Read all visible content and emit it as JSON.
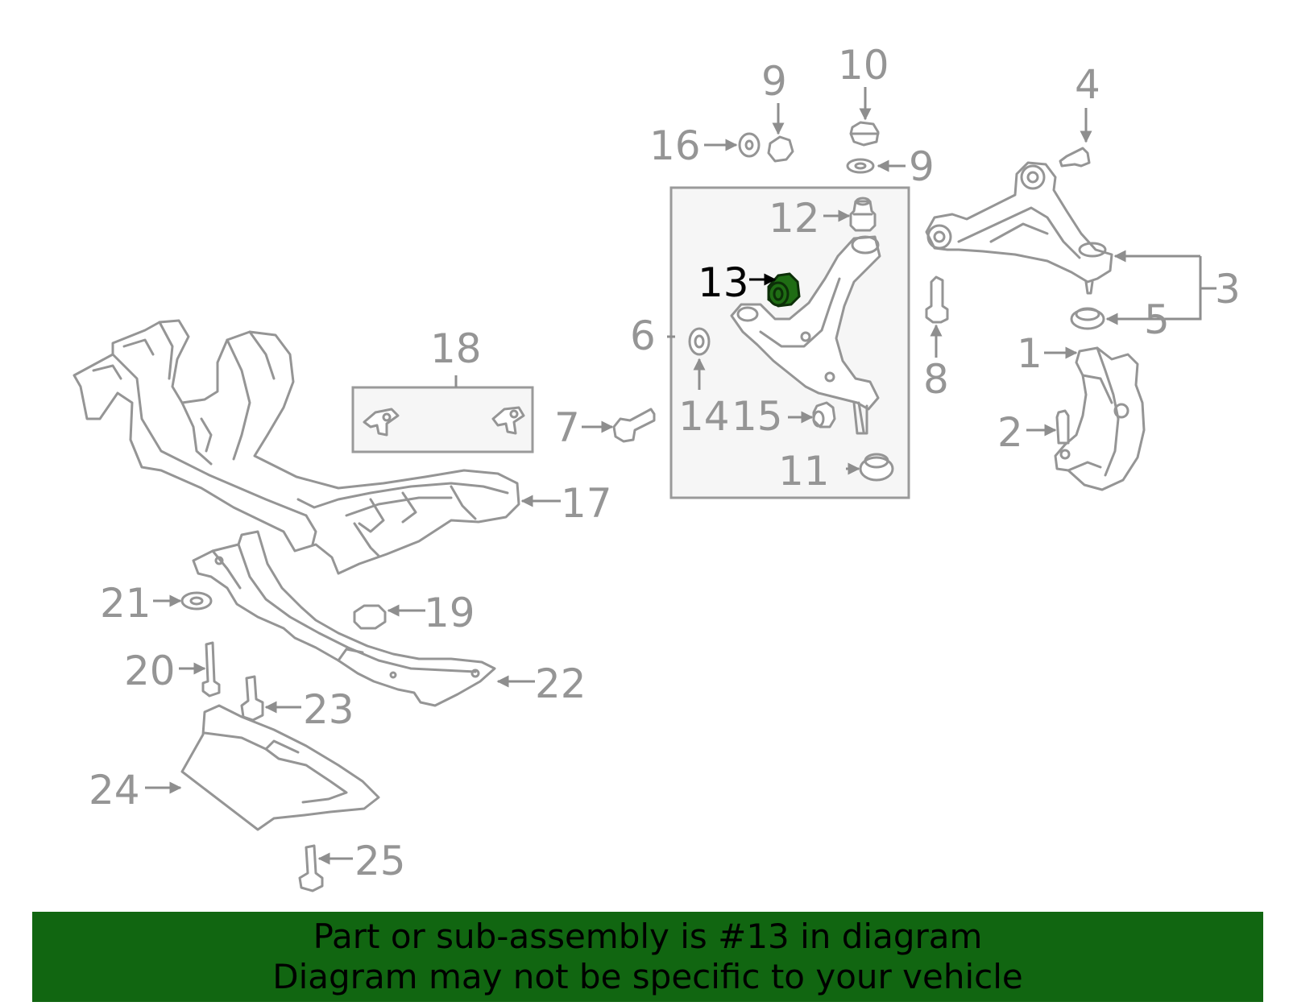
{
  "colors": {
    "line": "#959595",
    "highlight_part": "#1f6d14",
    "banner_bg": "#116611",
    "banner_text": "#000000",
    "callout_highlight": "#000000"
  },
  "highlighted_callout": "13",
  "callouts": {
    "c1": "1",
    "c2": "2",
    "c3": "3",
    "c4": "4",
    "c5": "5",
    "c6": "6",
    "c7": "7",
    "c8": "8",
    "c9a": "9",
    "c9b": "9",
    "c10": "10",
    "c11": "11",
    "c12": "12",
    "c13": "13",
    "c14": "14",
    "c15": "15",
    "c16": "16",
    "c17": "17",
    "c18": "18",
    "c19": "19",
    "c20": "20",
    "c21": "21",
    "c22": "22",
    "c23": "23",
    "c24": "24",
    "c25": "25"
  },
  "banner": {
    "line1": "Part or sub-assembly is #13 in diagram",
    "line2": "Diagram may not be specific to your vehicle"
  }
}
